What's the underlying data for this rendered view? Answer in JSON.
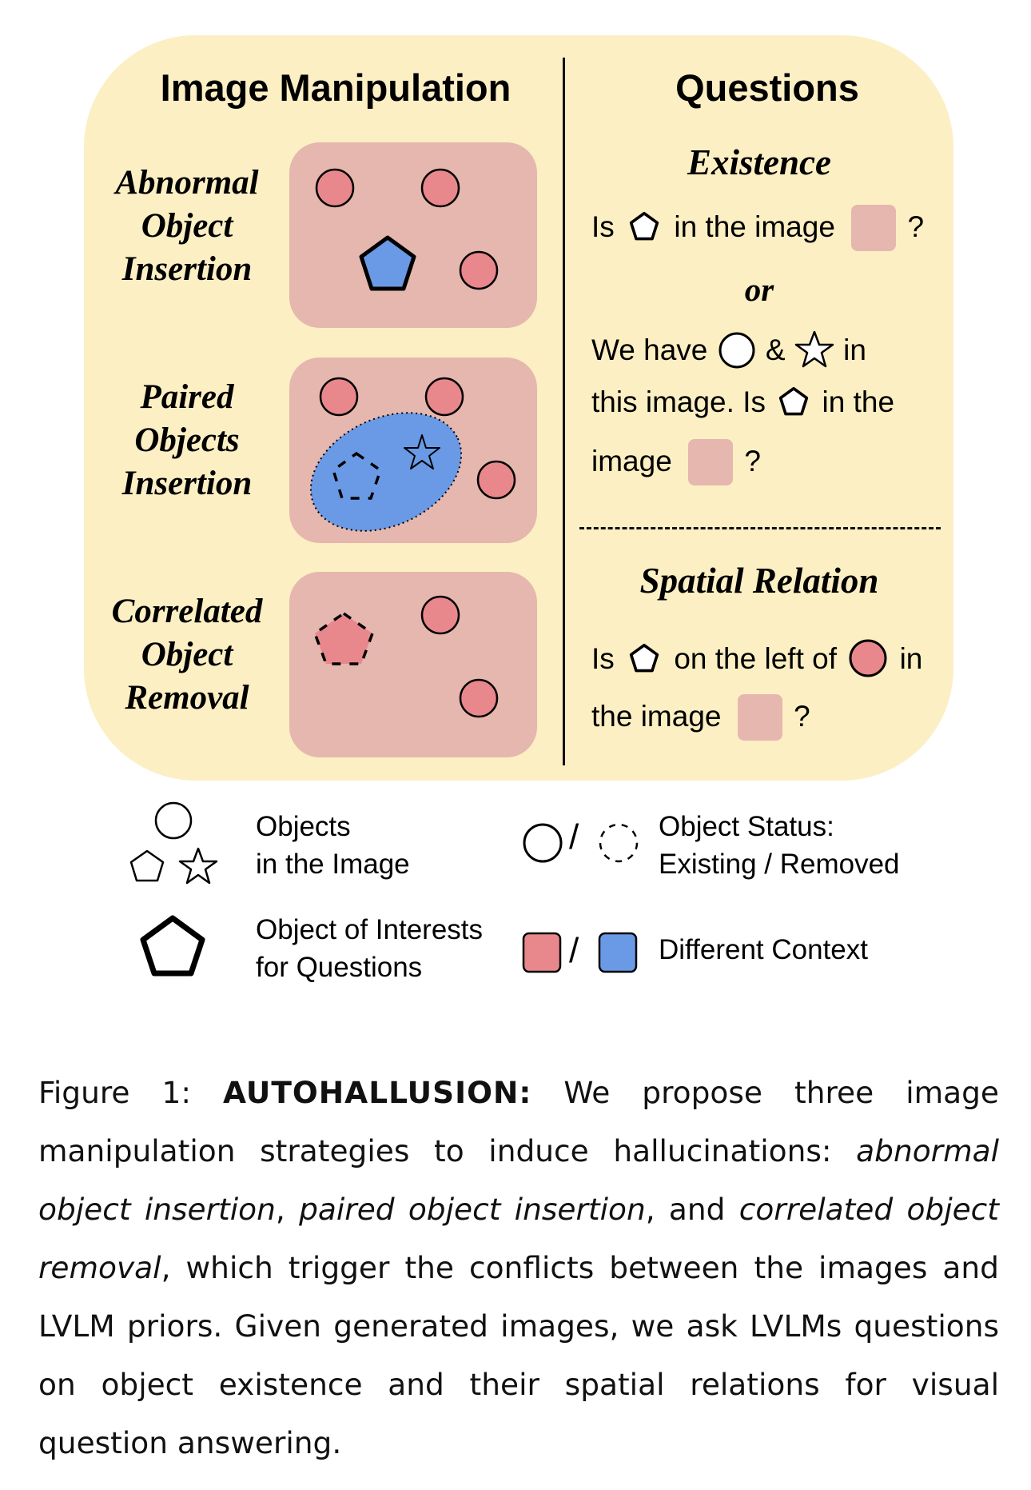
{
  "diagram": {
    "left_header": "Image Manipulation",
    "right_header": "Questions",
    "rows": [
      {
        "label_lines": [
          "Abnormal",
          "Object",
          "Insertion"
        ]
      },
      {
        "label_lines": [
          "Paired",
          "Objects",
          "Insertion"
        ]
      },
      {
        "label_lines": [
          "Correlated",
          "Object",
          "Removal"
        ]
      }
    ],
    "existence": {
      "title": "Existence",
      "q1_is": "Is",
      "q1_mid": "in the image",
      "q1_end": "?",
      "or": "or",
      "q2_we_have": "We have",
      "q2_amp": "&",
      "q2_in": "in",
      "q2_this": "this image. Is",
      "q2_in_the": "in the",
      "q2_image": "image",
      "q2_end": "?"
    },
    "spatial": {
      "title": "Spatial Relation",
      "q_is": "Is",
      "q_left": "on the left of",
      "q_in": "in",
      "q_the_image": "the image",
      "q_end": "?"
    },
    "colors": {
      "panel": "#fcefc3",
      "box": "#e5b7ae",
      "red_object": "#e8888d",
      "blue_object": "#6a9ae6"
    }
  },
  "legend": {
    "objects_line1": "Objects",
    "objects_line2": "in the Image",
    "status_line1": "Object Status:",
    "status_line2": "Existing / Removed",
    "interest_line1": "Object of Interests",
    "interest_line2": "for Questions",
    "context": "Different Context",
    "slash": "/"
  },
  "caption": {
    "label": "Figure 1:",
    "name": "AUTOHALLUSION:",
    "t1": " We propose three image manipulation strategies to induce hallucinations: ",
    "i1": "abnormal object insertion",
    "t2": ", ",
    "i2": "paired object insertion",
    "t3": ", and ",
    "i3": "correlated object removal",
    "t4": ", which trigger the conflicts between the images and LVLM priors. Given generated images, we ask LVLMs questions on object existence and their spatial relations for visual question answering."
  }
}
